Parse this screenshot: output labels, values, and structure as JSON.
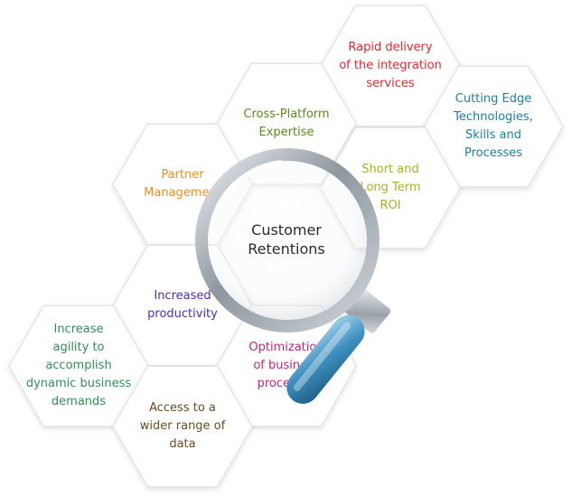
{
  "center": {
    "label": "Customer\nRetentions"
  },
  "hexagons": [
    {
      "id": "rapid-delivery",
      "label": "Rapid delivery\nof the integration\nservices",
      "color": "#e8252b"
    },
    {
      "id": "cutting-edge",
      "label": "Cutting Edge\nTechnologies,\nSkills and\nProcesses",
      "color": "#1b7fa6"
    },
    {
      "id": "cross-platform",
      "label": "Cross-Platform\nExpertise",
      "color": "#5b8a1c"
    },
    {
      "id": "short-long-roi",
      "label": "Short and\nLong Term\nROI",
      "color": "#a5b321"
    },
    {
      "id": "partner-management",
      "label": "Partner\nManagement",
      "color": "#f28c1e"
    },
    {
      "id": "increased-productivity",
      "label": "Increased\nproductivity",
      "color": "#4a2cc4"
    },
    {
      "id": "increase-agility",
      "label": "Increase\nagility to\naccomplish\ndynamic business\ndemands",
      "color": "#2f8f56"
    },
    {
      "id": "optimization",
      "label": "Optimization\nof business\nprocesses",
      "color": "#c2257a"
    },
    {
      "id": "wider-data",
      "label": "Access to a\nwider range of\ndata",
      "color": "#6b4a1e"
    }
  ],
  "colors": {
    "hex_border": "#e6e6e6",
    "lens_rim": "#9aa3ab",
    "handle": "#3d8fbf"
  }
}
